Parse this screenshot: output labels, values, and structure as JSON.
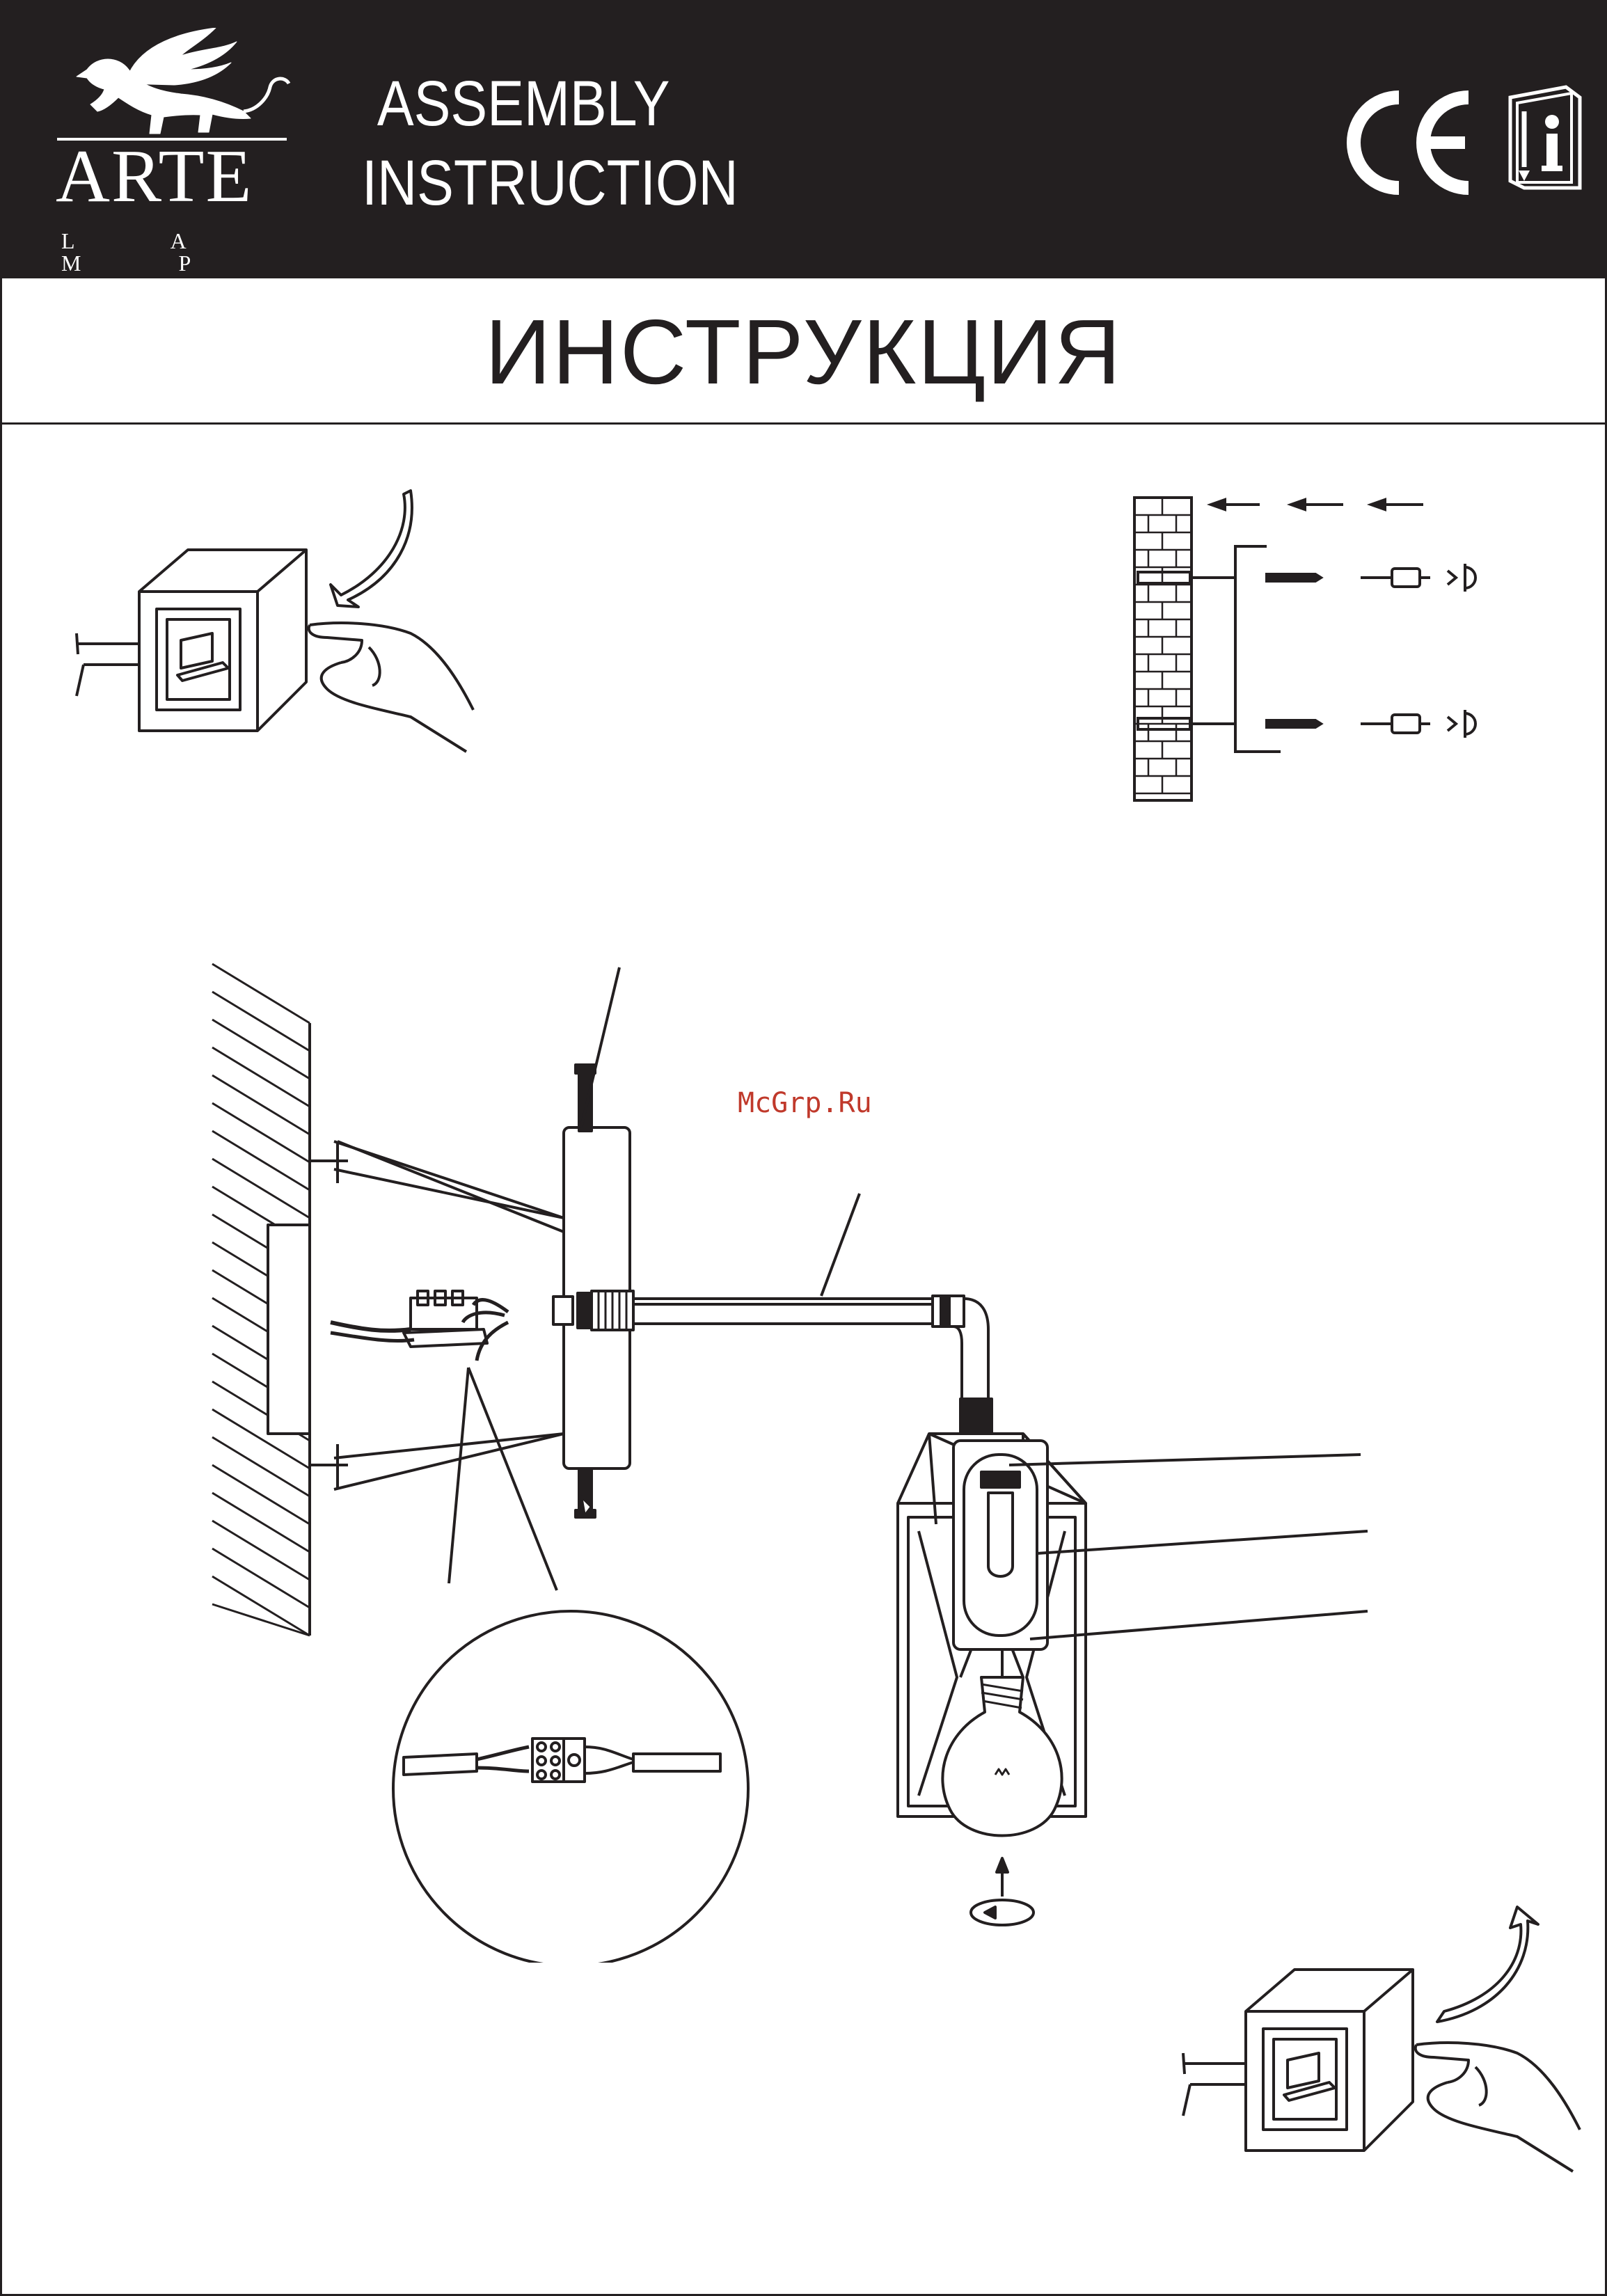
{
  "header": {
    "logo": {
      "name": "ARTE",
      "sub": "L A M P"
    },
    "title_line1": "ASSEMBLY",
    "title_line2": "INSTRUCTION",
    "ce_mark": "CE",
    "icons": [
      "ce-mark",
      "instruction-manual-icon"
    ]
  },
  "title_ru": "ИНСТРУКЦИЯ",
  "watermark": "McGrp.Ru",
  "colors": {
    "ink": "#231f20",
    "header_bg": "#231f20",
    "header_text": "#ffffff",
    "watermark": "#c0392b"
  }
}
